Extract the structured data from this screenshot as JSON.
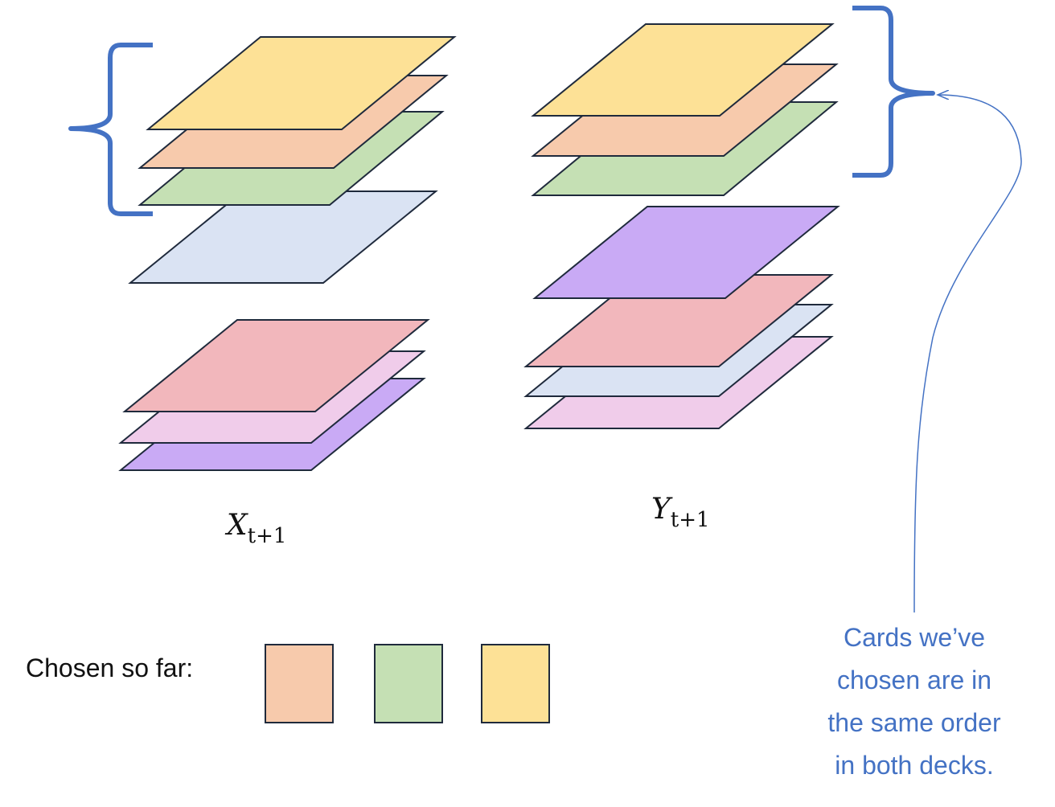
{
  "colors": {
    "yellow": "#FDE196",
    "peach": "#F7CAAC",
    "green": "#C5E0B4",
    "lightblue": "#DAE3F3",
    "purple": "#C9AAF5",
    "pink": "#F2B7BC",
    "lightpink": "#F0CCEA",
    "outline": "#1F2A3C",
    "bracket": "#4472C4",
    "annotation": "#4472C4"
  },
  "decks": {
    "x": {
      "name_main": "X",
      "name_sub": "t+1",
      "cards_top_to_bottom": [
        "yellow",
        "peach",
        "green",
        "lightblue",
        "pink",
        "lightpink",
        "purple"
      ]
    },
    "y": {
      "name_main": "Y",
      "name_sub": "t+1",
      "cards_top_to_bottom": [
        "yellow",
        "peach",
        "green",
        "purple",
        "pink",
        "lightblue",
        "lightpink"
      ]
    }
  },
  "chosen": {
    "label": "Chosen so far:",
    "cards": [
      "peach",
      "green",
      "yellow"
    ]
  },
  "annotation": {
    "lines": [
      "Cards we’ve",
      "chosen are in",
      "the same order",
      "in both decks."
    ]
  }
}
